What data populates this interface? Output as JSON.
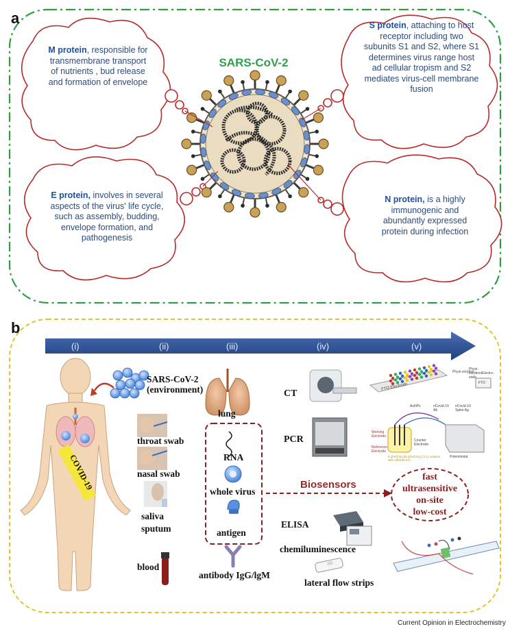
{
  "panel_a": {
    "letter": "a",
    "title": "SARS-CoV-2",
    "m_protein": {
      "name": "M protein",
      "text": ", responsible for transmembrane transport of nutrients , bud release and formation of envelope"
    },
    "s_protein": {
      "name": "S protein",
      "text": ", attaching to host receptor including two subunits S1 and S2, where S1 determines virus range host ad cellular tropism and S2 mediates virus-cell membrane fusion"
    },
    "e_protein": {
      "name": "E protein,",
      "text": " involves in several aspects of the virus' life cycle, such as assembly, budding, envelope formation, and pathogenesis"
    },
    "n_protein": {
      "name": "N protein,",
      "text": " is a highly immunogenic and abundantly expressed protein during infection"
    }
  },
  "panel_b": {
    "letter": "b",
    "stages": [
      "(i)",
      "(ii)",
      "(iii)",
      "(iv)",
      "(v)"
    ],
    "body_label": "COVID-19",
    "environment": "SARS-CoV-2 (environment)",
    "samples": [
      "throat swab",
      "nasal swab",
      "saliva",
      "sputum",
      "blood"
    ],
    "lung": "lung",
    "targets": [
      "RNA",
      "whole virus",
      "antigen"
    ],
    "antibody": "antibody IgG/lgM",
    "methods": [
      "CT",
      "PCR",
      "ELISA",
      "chemiluminescence",
      "lateral flow strips"
    ],
    "biosensors": "Biosensors",
    "advantages": [
      "fast",
      "ultrasensitive",
      "on-site",
      "low-cost"
    ],
    "sensor_labels": {
      "fto": "FTO Electrode",
      "physi": "Physi-sorption",
      "physi2": "Physi-sorption/Electro-static",
      "fto2": "FTO",
      "aunps": "AuNPs",
      "ab": "nCovid-19 Ab",
      "spike": "nCovid-19 Spike Ag",
      "working": "Working Electrode",
      "reference": "Reference Electrode",
      "counter": "Counter Electrode",
      "potentiostat": "Potentiostat",
      "solution": "K₃[Fe(CN)₆]/K₄[Fe(CN)₆] (1:1) solution with 100mM KCl"
    }
  },
  "credit": "Current Opinion in Electrochemistry",
  "colors": {
    "panel_a_border": "#2e9e3e",
    "panel_b_border": "#e0c52a",
    "cloud": "#b52a2a",
    "arrow": "#2c4b8c",
    "protein_text": "#2b4b7e"
  }
}
